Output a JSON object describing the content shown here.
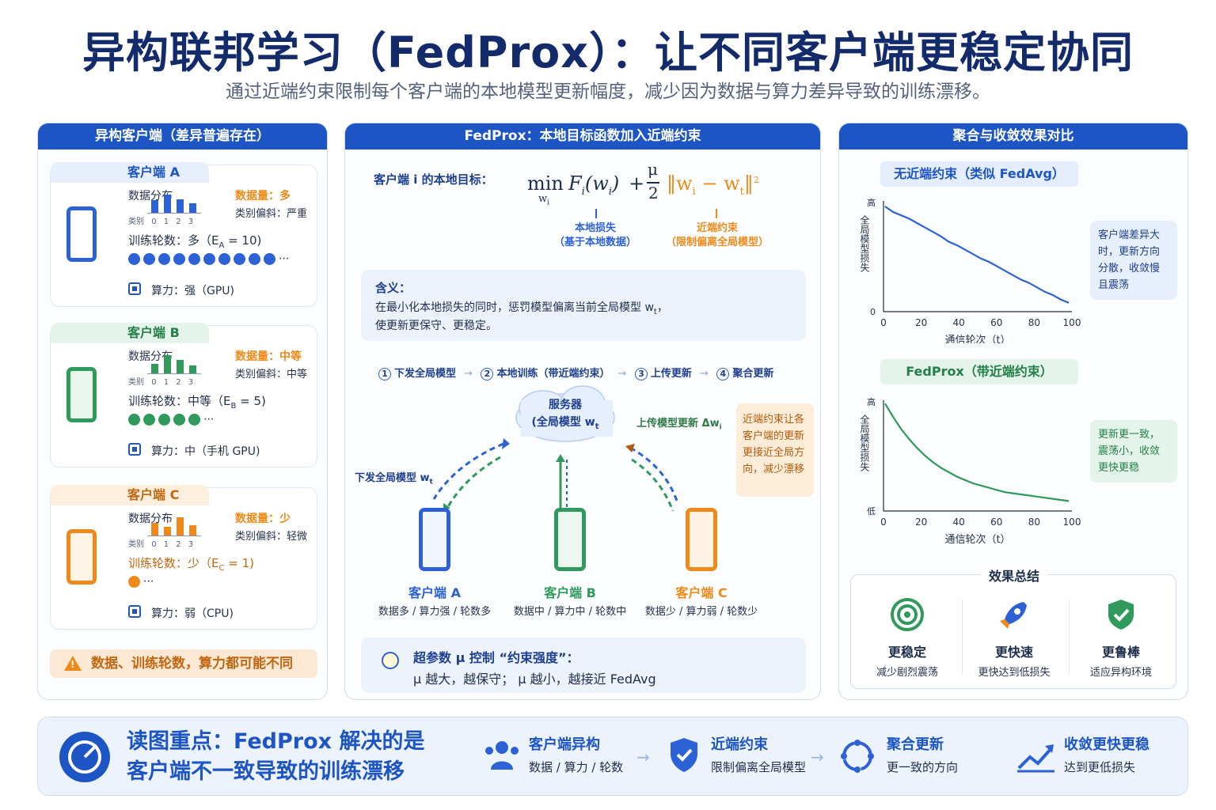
{
  "header": {
    "title": "异构联邦学习（FedProx）：让不同客户端更稳定协同",
    "subtitle": "通过近端约束限制每个客户端的本地模型更新幅度，减少因为数据与算力差异导致的训练漂移。"
  },
  "left": {
    "title": "异构客户端（差异普遍存在）",
    "dist_label": "数据分布",
    "category_label": "类别",
    "ticks": "0 1 2 3",
    "clients": [
      {
        "name": "客户端 A",
        "amount": "数据量：多",
        "skew": "类别偏斜：严重",
        "epochs": "训练轮数：多（E",
        "epochs_sub": "A",
        "epochs_val": " = 10)",
        "more": "···",
        "compute": "算力：强（GPU)",
        "color": "#2c62d6",
        "dots": 10,
        "bars": [
          0.65,
          0.95,
          0.7,
          0.5
        ]
      },
      {
        "name": "客户端 B",
        "amount": "数据量：中等",
        "skew": "类别偏斜：中等",
        "epochs": "训练轮数：中等（E",
        "epochs_sub": "B",
        "epochs_val": " = 5)",
        "more": "···",
        "compute": "算力：中（手机 GPU)",
        "color": "#2f9a5b",
        "dots": 5,
        "bars": [
          0.5,
          0.95,
          0.7,
          0.4
        ]
      },
      {
        "name": "客户端 C",
        "amount": "数据量：少",
        "skew": "类别偏斜：轻微",
        "epochs": "训练轮数：少（E",
        "epochs_sub": "C",
        "epochs_val": " = 1)",
        "more": "···",
        "compute": "算力：弱（CPU)",
        "color": "#ef8a1a",
        "dots": 1,
        "bars": [
          0.65,
          0.45,
          0.95,
          0.55
        ]
      }
    ],
    "warning": "数据、训练轮数，算力都可能不同"
  },
  "middle": {
    "title": "FedProx：本地目标函数加入近端约束",
    "objective_label": "客户端 i 的本地目标：",
    "formula": {
      "min": "min",
      "sub": "w",
      "sub_i": "i",
      "term1": "F",
      "plus": "+",
      "mu": "μ",
      "two": "2",
      "prox": "‖w",
      "minus": "− w",
      "t": "t",
      "close": "‖",
      "sq": "2"
    },
    "local_loss": "本地损失",
    "local_loss_sub": "（基于本地数据）",
    "prox_term": "近端约束",
    "prox_term_sub": "（限制偏离全局模型）",
    "meaning_title": "含义：",
    "meaning_line1": "在最小化本地损失的同时，惩罚模型偏离当前全局模型 w",
    "meaning_line1_sub": "t",
    "meaning_line1_end": "，",
    "meaning_line2": "使更新更保守、更稳定。",
    "steps": [
      "下发全局模型",
      "本地训练（带近端约束）",
      "上传更新",
      "聚合更新"
    ],
    "server_line1": "服务器",
    "server_line2": "(全局模型  w",
    "server_sub": "t",
    "download_label": "下发全局模型 w",
    "upload_label": "上传模型更新 Δw",
    "side_note": "近端约束让各客户端的更新更接近全局方向，减少漂移",
    "devices": [
      {
        "name": "客户端 A",
        "sub": "数据多 / 算力强 / 轮数多",
        "color": "#2c62d6"
      },
      {
        "name": "客户端 B",
        "sub": "数据中 / 算力中 / 轮数中",
        "color": "#2f9a5b"
      },
      {
        "name": "客户端 C",
        "sub": "数据少 / 算力弱 / 轮数少",
        "color": "#ef8a1a"
      }
    ],
    "mu_title": "超参数 μ 控制 “约束强度”：",
    "mu_line": "μ 越大，越保守；  μ 越小，越接近 FedAvg"
  },
  "right": {
    "title": "聚合与收敛效果对比",
    "charts": [
      {
        "pill": "无近端约束（类似 FedAvg）",
        "ylabel": "全局模型损失",
        "ytop": "高",
        "ybottom": "0",
        "xlabel": "通信轮次（t）",
        "note": "客户端差异大时，更新方向分散，收敛慢且震荡",
        "color": "#2c62d6"
      },
      {
        "pill": "FedProx（带近端约束）",
        "ylabel": "全局模型损失",
        "ytop": "高",
        "ybottom": "低",
        "xlabel": "通信轮次（t）",
        "note": "更新更一致，震荡小，收敛更快更稳",
        "color": "#2f9a5b"
      }
    ],
    "summary_title": "效果总结",
    "summary": [
      {
        "t": "更稳定",
        "s": "减少剧烈震荡"
      },
      {
        "t": "更快速",
        "s": "更快达到低损失"
      },
      {
        "t": "更鲁棒",
        "s": "适应异构环境"
      }
    ]
  },
  "bottom": {
    "main_line1": "读图重点：FedProx 解决的是",
    "main_line2": "客户端不一致导致的训练漂移",
    "items": [
      {
        "t": "客户端异构",
        "s": "数据 / 算力 / 轮数"
      },
      {
        "t": "近端约束",
        "s": "限制偏离全局模型"
      },
      {
        "t": "聚合更新",
        "s": "更一致的方向"
      },
      {
        "t": "收敛更快更稳",
        "s": "达到更低损失"
      }
    ]
  },
  "chart_data": [
    {
      "type": "line",
      "title": "无近端约束（类似 FedAvg）",
      "xlabel": "通信轮次（t）",
      "ylabel": "全局模型损失",
      "x_ticks": [
        0,
        20,
        40,
        60,
        80,
        100
      ],
      "y_ticks": [
        "0",
        "高"
      ],
      "xlim": [
        0,
        100
      ],
      "series": [
        {
          "values": [
            0.95,
            0.9,
            0.87,
            0.84,
            0.8,
            0.76,
            0.72,
            0.68,
            0.63,
            0.6,
            0.56,
            0.52,
            0.48,
            0.45,
            0.41,
            0.37,
            0.33,
            0.29,
            0.26,
            0.22,
            0.18,
            0.15,
            0.11,
            0.08
          ],
          "color": "#2c62d6"
        }
      ]
    },
    {
      "type": "line",
      "title": "FedProx（带近端约束）",
      "xlabel": "通信轮次（t）",
      "ylabel": "全局模型损失",
      "x_ticks": [
        0,
        20,
        40,
        60,
        80,
        100
      ],
      "y_ticks": [
        "低",
        "高"
      ],
      "xlim": [
        0,
        100
      ],
      "series": [
        {
          "values": [
            0.97,
            0.85,
            0.74,
            0.65,
            0.57,
            0.5,
            0.44,
            0.39,
            0.35,
            0.31,
            0.28,
            0.25,
            0.23,
            0.21,
            0.19,
            0.17,
            0.16,
            0.15,
            0.14,
            0.13,
            0.12,
            0.11,
            0.1,
            0.09
          ],
          "color": "#2f9a5b"
        }
      ]
    }
  ]
}
